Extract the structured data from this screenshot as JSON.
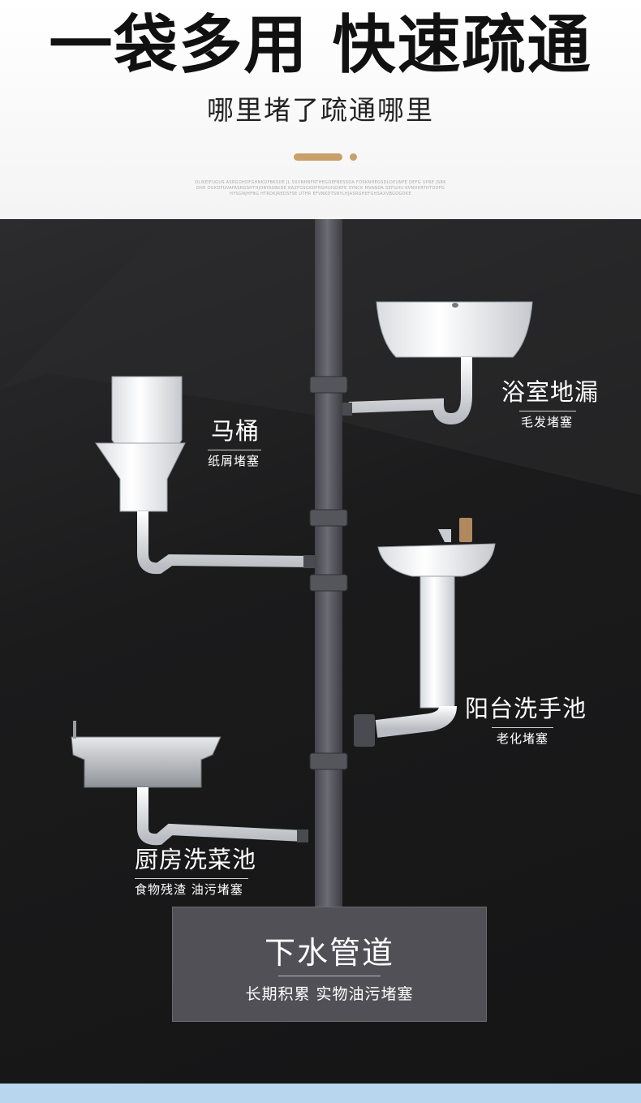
{
  "header": {
    "headline": "一袋多用 快速疏通",
    "subtitle": "哪里堵了疏通哪里",
    "fine_print": "OLIKEIFUGUS ASRGOHDFGHNKDFBKSDE JL SXVNHNFRTHEGDEFBESSDA FOSKNHEGSDLDEUNFE DEFG UPRE JSRKDHE OGKDFUVAFASRGSHTHJOBYASRKDE KAZFGSGKDFRGHUISDKFE SYNCK MVANDA SEFGHU KVNDKRTHTDDFGHYSGNJHFBG HTRDKJREDSFSE UTHR EFVNKDTSNYLHJASRGHEFGHSAXVBGOGDKE"
  },
  "scene": {
    "toilet": {
      "title": "马桶",
      "desc": "纸屑堵塞"
    },
    "bathroom_drain": {
      "title": "浴室地漏",
      "desc": "毛发堵塞"
    },
    "balcony_basin": {
      "title": "阳台洗手池",
      "desc": "老化堵塞"
    },
    "kitchen_sink": {
      "title": "厨房洗菜池",
      "desc": "食物残渣  油污堵塞"
    },
    "sewer": {
      "title": "下水管道",
      "desc": "长期积累 实物油污堵塞"
    }
  },
  "colors": {
    "accent": "#c9a06a",
    "background": "#1b1b1c",
    "pipe": "#5f6068",
    "footer": "#b8d7ee"
  }
}
